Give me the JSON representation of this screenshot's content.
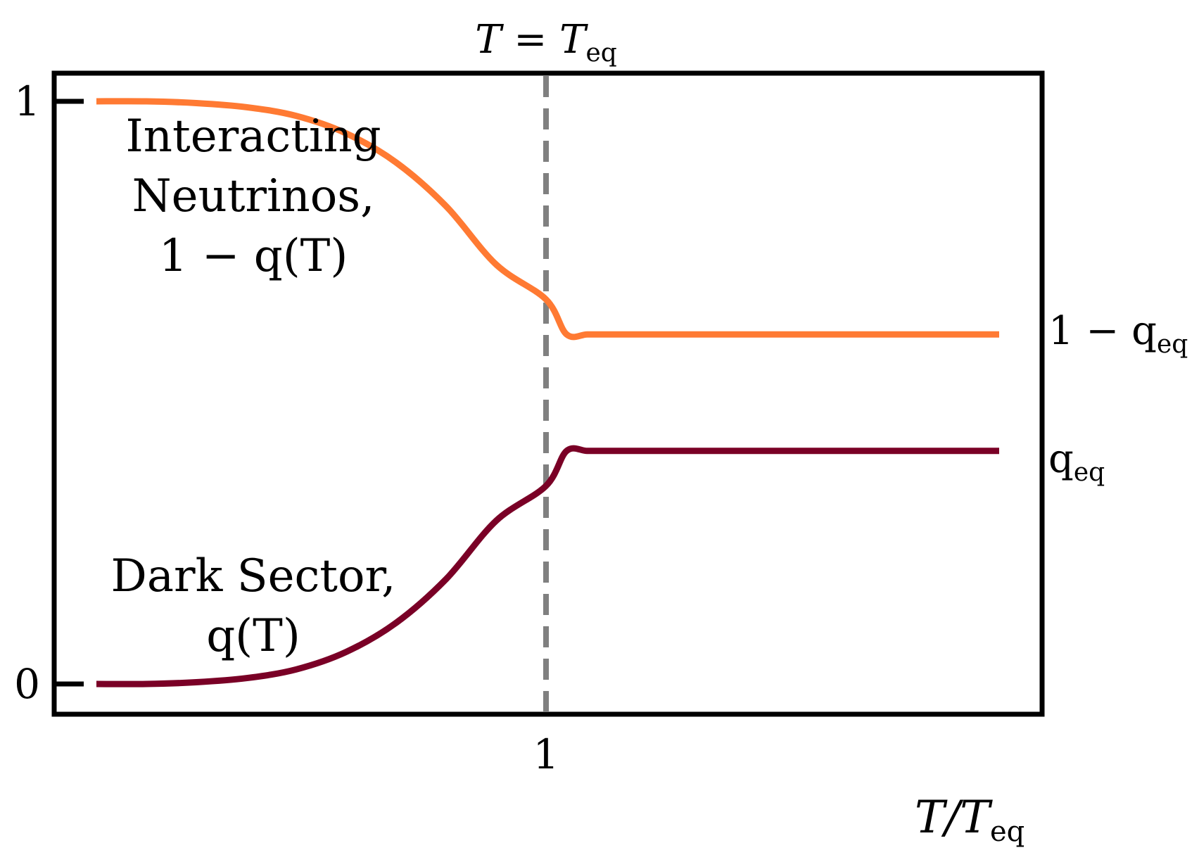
{
  "chart_data": {
    "type": "line",
    "xlabel": "T/Teq",
    "ylabel": "",
    "ylim": [
      -0.05,
      1.05
    ],
    "grid": false,
    "x_ticks": [
      {
        "value": 1,
        "label": "1"
      }
    ],
    "y_ticks": [
      {
        "value": 0,
        "label": "0"
      },
      {
        "value": 1,
        "label": "1"
      }
    ],
    "q_eq": 0.4,
    "reference_line": {
      "x": 1,
      "label": "T = Teq",
      "color": "#808080",
      "style": "dashed"
    },
    "series": [
      {
        "name": "Interacting Neutrinos, 1 − q(T)",
        "right_label": "1 − qeq",
        "color": "#FF7A33",
        "x": [
          0.1,
          0.2,
          0.3,
          0.4,
          0.5,
          0.6,
          0.7,
          0.8,
          0.9,
          1.0,
          1.1,
          1.2,
          1.3,
          1.4,
          1.5,
          1.6,
          1.8,
          2.0,
          2.4,
          2.8,
          3.2
        ],
        "y": [
          1.0,
          1.0,
          0.997,
          0.99,
          0.975,
          0.945,
          0.895,
          0.82,
          0.72,
          0.66,
          0.6,
          0.6,
          0.6,
          0.6,
          0.6,
          0.6,
          0.6,
          0.6,
          0.6,
          0.6,
          0.6
        ]
      },
      {
        "name": "Dark Sector, q(T)",
        "right_label": "qeq",
        "color": "#7A0026",
        "x": [
          0.1,
          0.2,
          0.3,
          0.4,
          0.5,
          0.6,
          0.7,
          0.8,
          0.9,
          1.0,
          1.1,
          1.2,
          1.3,
          1.4,
          1.5,
          1.6,
          1.8,
          2.0,
          2.4,
          2.8,
          3.2
        ],
        "y": [
          0.0,
          0.0,
          0.003,
          0.01,
          0.025,
          0.055,
          0.105,
          0.18,
          0.28,
          0.34,
          0.4,
          0.4,
          0.4,
          0.4,
          0.4,
          0.4,
          0.4,
          0.4,
          0.4,
          0.4,
          0.4
        ]
      }
    ],
    "annotations": [
      {
        "series": 0,
        "lines": [
          "Interacting",
          "Neutrinos,",
          "1 − q(T)"
        ]
      },
      {
        "series": 1,
        "lines": [
          "Dark Sector,",
          "q(T)"
        ]
      }
    ]
  }
}
